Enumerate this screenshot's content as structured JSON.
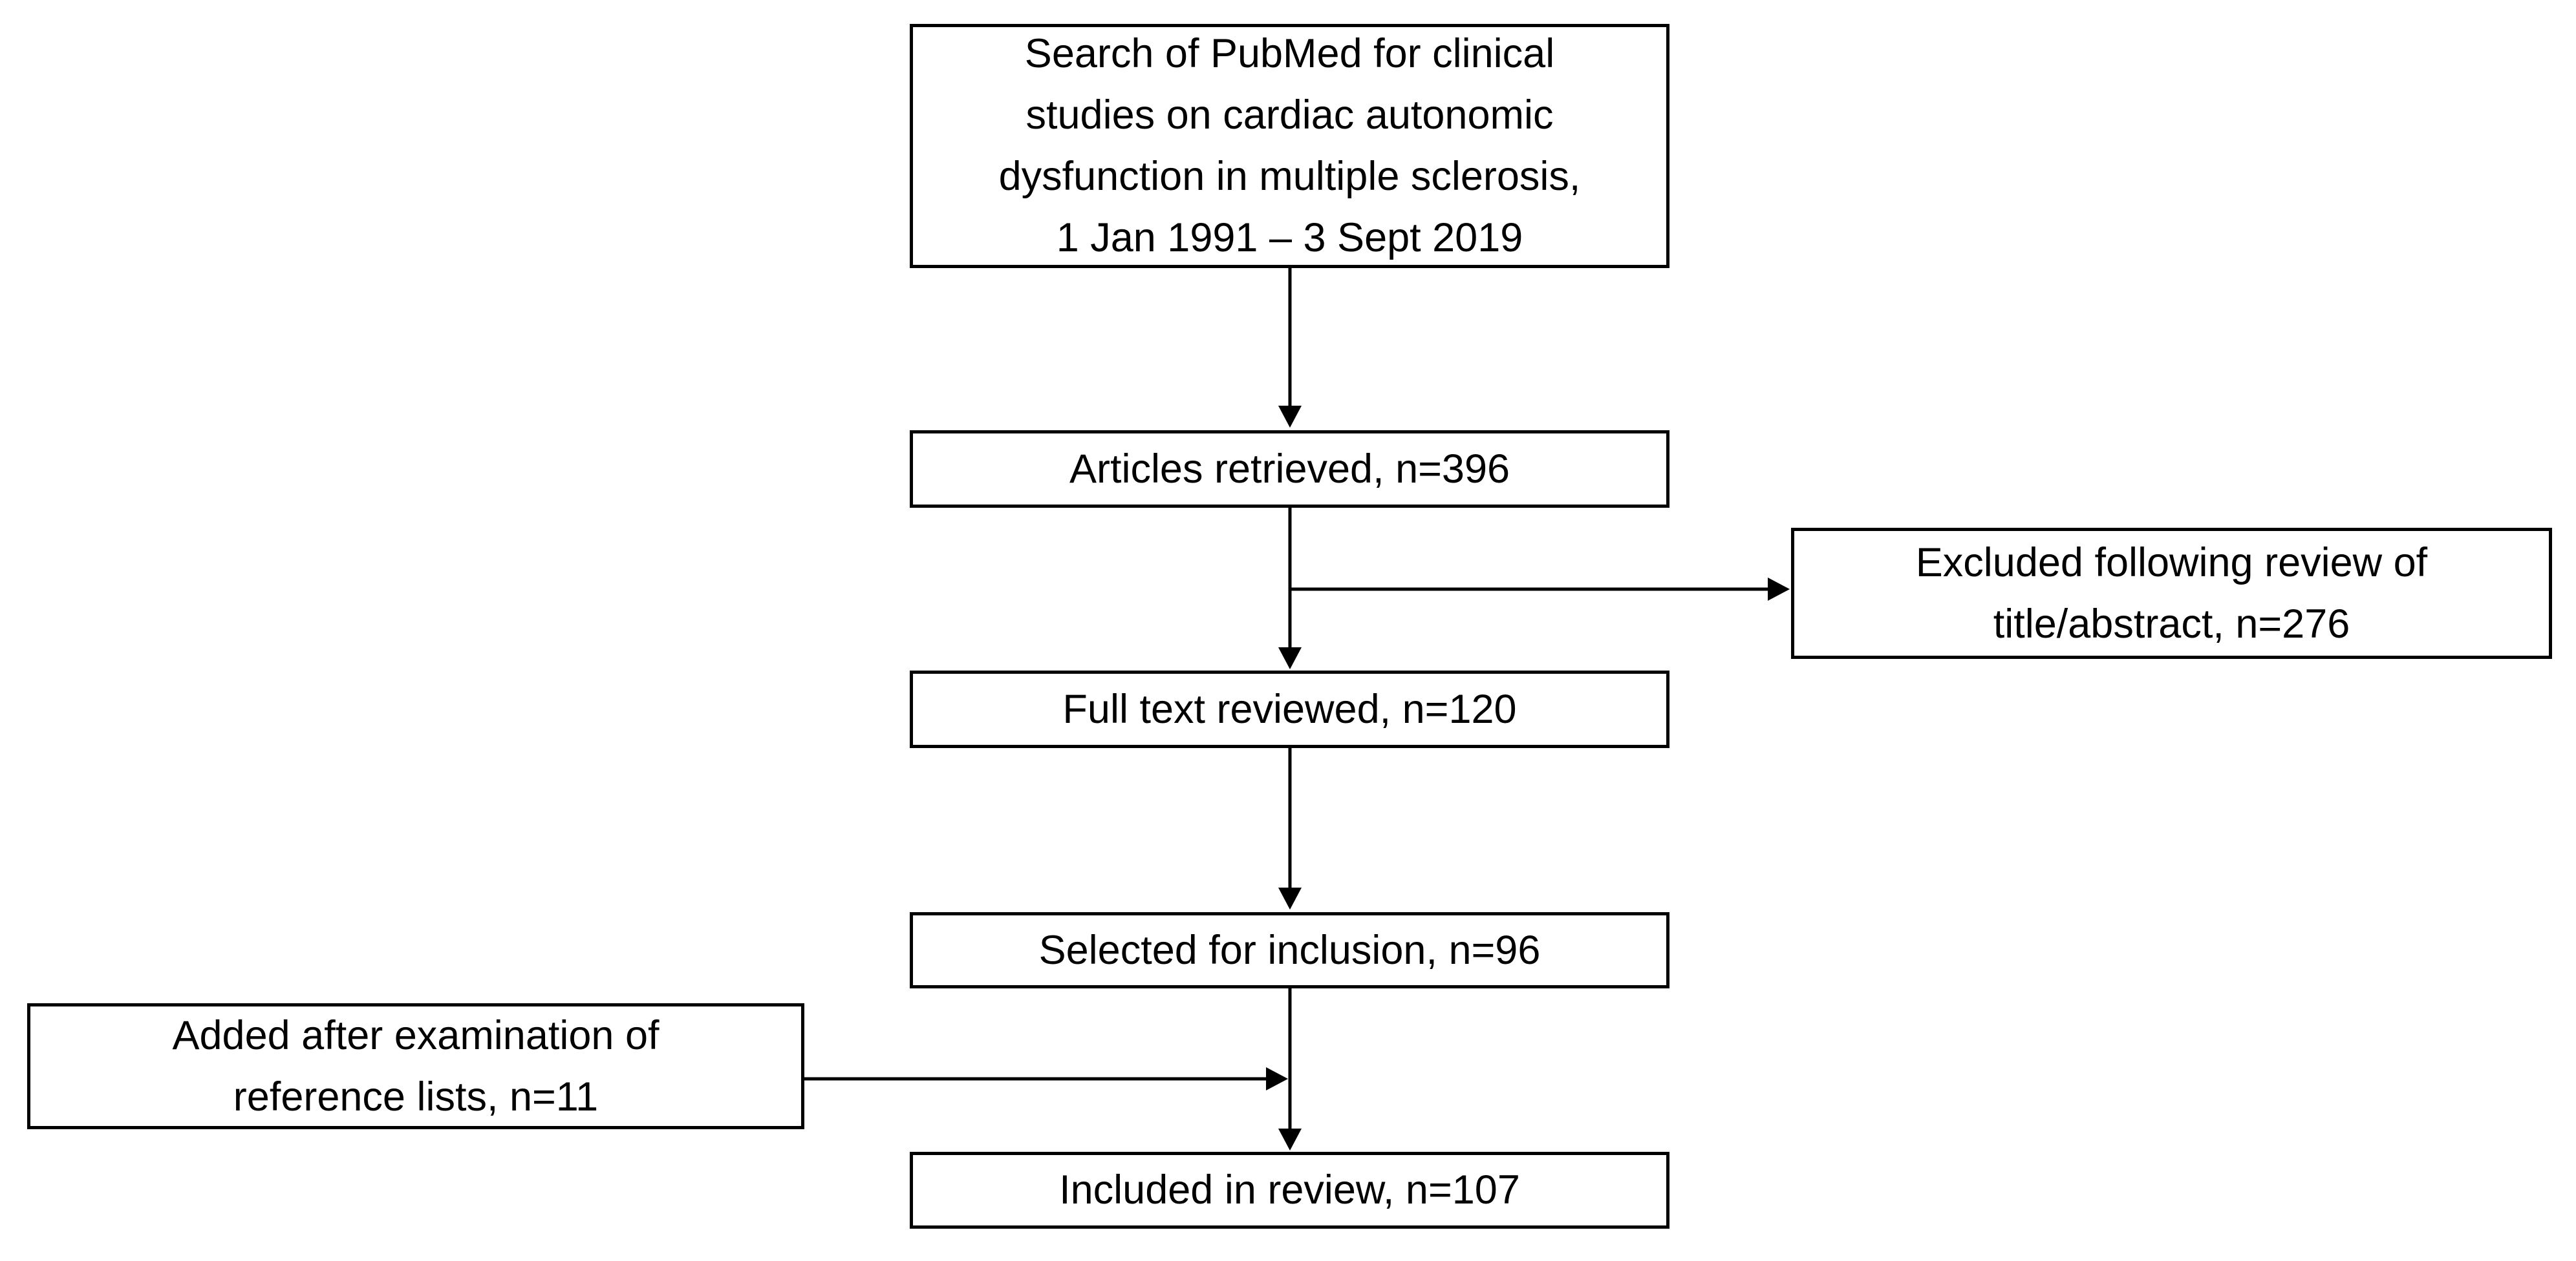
{
  "diagram": {
    "type": "flowchart",
    "colors": {
      "background": "#ffffff",
      "box_border": "#000000",
      "text": "#000000",
      "arrow": "#000000"
    },
    "nodes": [
      {
        "id": "search",
        "label": "Search of PubMed for clinical studies on cardiac autonomic dysfunction in multiple sclerosis, 1 Jan 1991 – 3 Sept 2019",
        "lines": [
          "Search of PubMed for clinical",
          "studies on cardiac autonomic",
          "dysfunction in multiple sclerosis,",
          "1 Jan 1991 – 3 Sept 2019"
        ]
      },
      {
        "id": "retrieved",
        "label": "Articles retrieved, n=396",
        "lines": [
          "Articles retrieved, n=396"
        ],
        "n": 396
      },
      {
        "id": "excluded",
        "label": "Excluded following review of title/abstract, n=276",
        "lines": [
          "Excluded following review of",
          "title/abstract, n=276"
        ],
        "n": 276
      },
      {
        "id": "fulltext",
        "label": "Full text reviewed, n=120",
        "lines": [
          "Full text reviewed, n=120"
        ],
        "n": 120
      },
      {
        "id": "selected",
        "label": "Selected for inclusion, n=96",
        "lines": [
          "Selected for inclusion, n=96"
        ],
        "n": 96
      },
      {
        "id": "added",
        "label": "Added after examination of reference lists, n=11",
        "lines": [
          "Added after examination of",
          "reference lists, n=11"
        ],
        "n": 11
      },
      {
        "id": "included",
        "label": "Included in review, n=107",
        "lines": [
          "Included in review, n=107"
        ],
        "n": 107
      }
    ],
    "edges": [
      {
        "from": "search",
        "to": "retrieved"
      },
      {
        "from": "retrieved",
        "to": "excluded"
      },
      {
        "from": "retrieved",
        "to": "fulltext"
      },
      {
        "from": "fulltext",
        "to": "selected"
      },
      {
        "from": "selected",
        "to": "included"
      },
      {
        "from": "added",
        "to": "included"
      }
    ]
  }
}
